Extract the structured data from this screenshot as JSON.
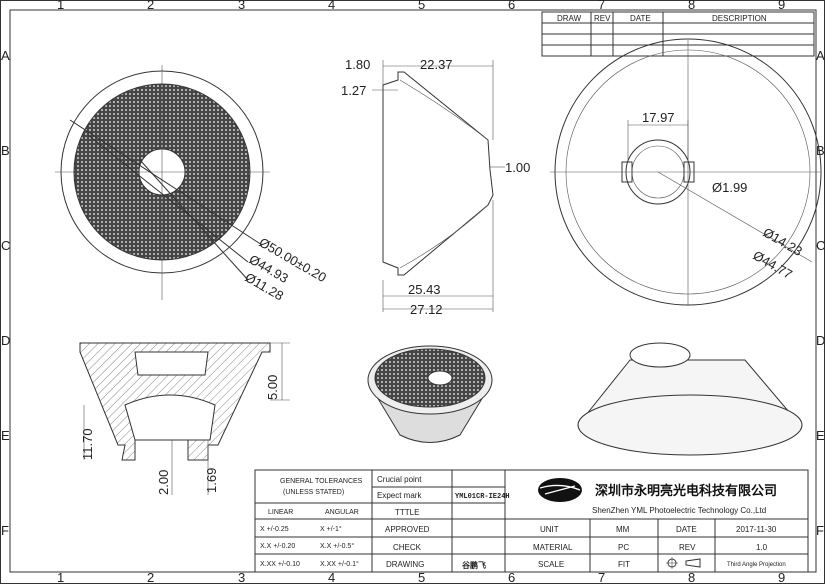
{
  "grid": {
    "cols": [
      "1",
      "2",
      "3",
      "4",
      "5",
      "6",
      "7",
      "8",
      "9"
    ],
    "rows": [
      "A",
      "B",
      "C",
      "D",
      "E",
      "F"
    ]
  },
  "revision_table": {
    "headers": [
      "DRAW",
      "REV",
      "DATE",
      "DESCRIPTION"
    ]
  },
  "front_view": {
    "dims": [
      "Ø50.00±0.20",
      "Ø44.93",
      "Ø11.28"
    ]
  },
  "side_view": {
    "dims": [
      "1.80",
      "22.37",
      "1.27",
      "1.00",
      "25.43",
      "27.12"
    ]
  },
  "back_view": {
    "dims": [
      "17.97",
      "Ø1.99",
      "Ø14.23",
      "Ø44.77"
    ]
  },
  "section_view": {
    "dims": [
      "5.00",
      "11.70",
      "2.00",
      "1.69"
    ]
  },
  "title_block": {
    "tolerances_title": "GENERAL TOLERANCES",
    "tolerances_sub": "(UNLESS STATED)",
    "linear": "LINEAR",
    "angular": "ANGULAR",
    "lin": [
      "X  +/-0.25",
      "X.X +/-0.20",
      "X.XX +/-0.10"
    ],
    "ang": [
      "X  +/-1°",
      "X.X  +/-0.5°",
      "X.XX  +/-0.1°"
    ],
    "crucial_point": "Crucial point",
    "expect_mark": "Expect mark",
    "expect_mark_value": "YML01CR-IE24H",
    "title_label": "TTTLE",
    "approved": "APPROVED",
    "check": "CHECK",
    "drawing": "DRAWING",
    "drawing_value": "谷鹏飞",
    "company_cn": "深圳市永明亮光电科技有限公司",
    "company_en": "ShenZhen YML Photoelectric Technology Co.,Ltd",
    "unit_label": "UNIT",
    "unit": "MM",
    "material_label": "MATERIAL",
    "material": "PC",
    "scale_label": "SCALE",
    "scale": "FIT",
    "date_label": "DATE",
    "date": "2017-11-30",
    "rev_label": "REV",
    "rev": "1.0",
    "projection": "Third Angle Projection"
  }
}
